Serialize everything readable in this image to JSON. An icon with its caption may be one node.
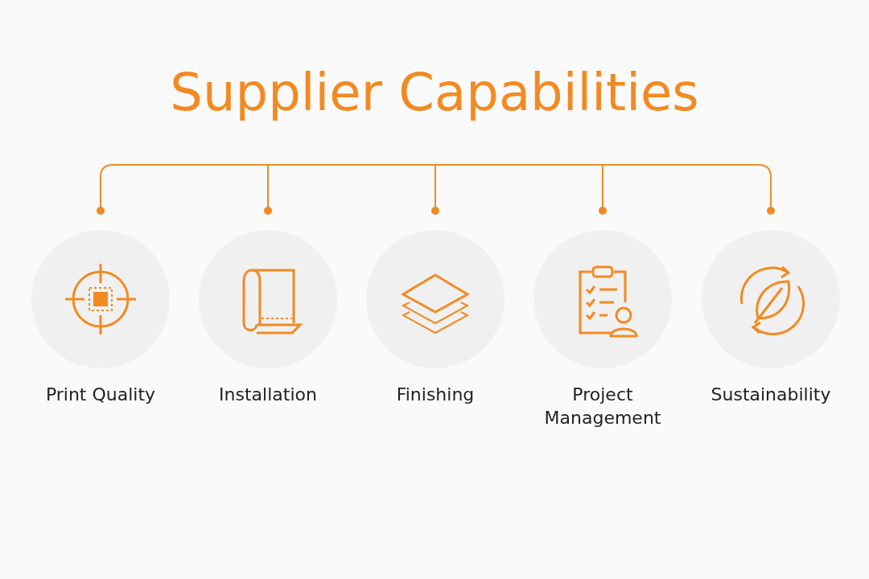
{
  "diagram": {
    "title": "Supplier Capabilities",
    "nodes": [
      {
        "text": [
          "Print Quality"
        ]
      },
      {
        "text": [
          "Installation"
        ]
      },
      {
        "text": [
          "Finishing"
        ]
      },
      {
        "text": [
          "Project Management"
        ]
      },
      {
        "text": [
          "Sustainability"
        ]
      }
    ]
  }
}
